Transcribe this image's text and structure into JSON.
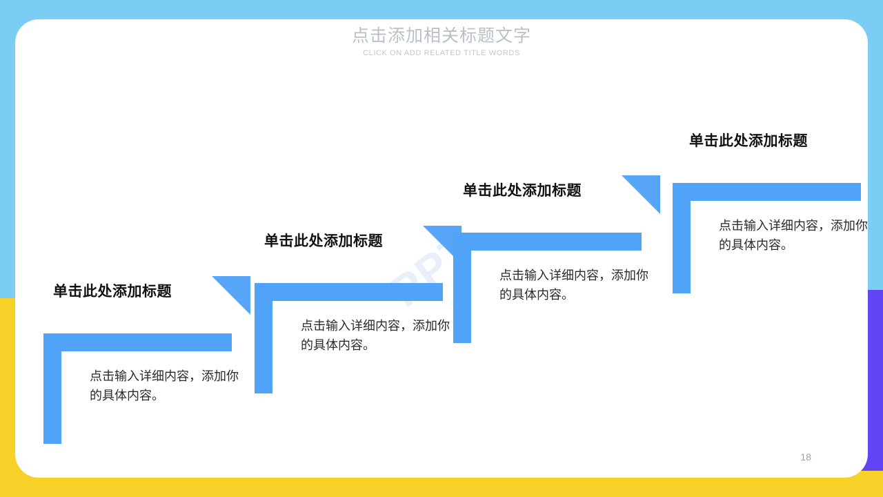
{
  "slide": {
    "page_number": "18",
    "watermark_text": "PPT"
  },
  "heading": {
    "title": "点击添加相关标题文字",
    "subtitle": "CLICK ON ADD RELATED TITLE WORDS"
  },
  "colors": {
    "bar_blue": "#51a3f8",
    "triangle_blue": "#57a5f7",
    "background_blue": "#7ccdf4",
    "accent_yellow": "#f7d128",
    "accent_purple": "#6244f5",
    "title_gray": "#b9c0c8",
    "body_text": "#2a2a2a"
  },
  "steps": [
    {
      "title": "单击此处添加标题",
      "body": "点击输入详细内容，添加你的具体内容。",
      "has_triangle": true
    },
    {
      "title": "单击此处添加标题",
      "body": "点击输入详细内容，添加你的具体内容。",
      "has_triangle": true
    },
    {
      "title": "单击此处添加标题",
      "body": "点击输入详细内容，添加你的具体内容。",
      "has_triangle": true
    },
    {
      "title": "单击此处添加标题",
      "body": "点击输入详细内容，添加你的具体内容。",
      "has_triangle": false
    }
  ]
}
